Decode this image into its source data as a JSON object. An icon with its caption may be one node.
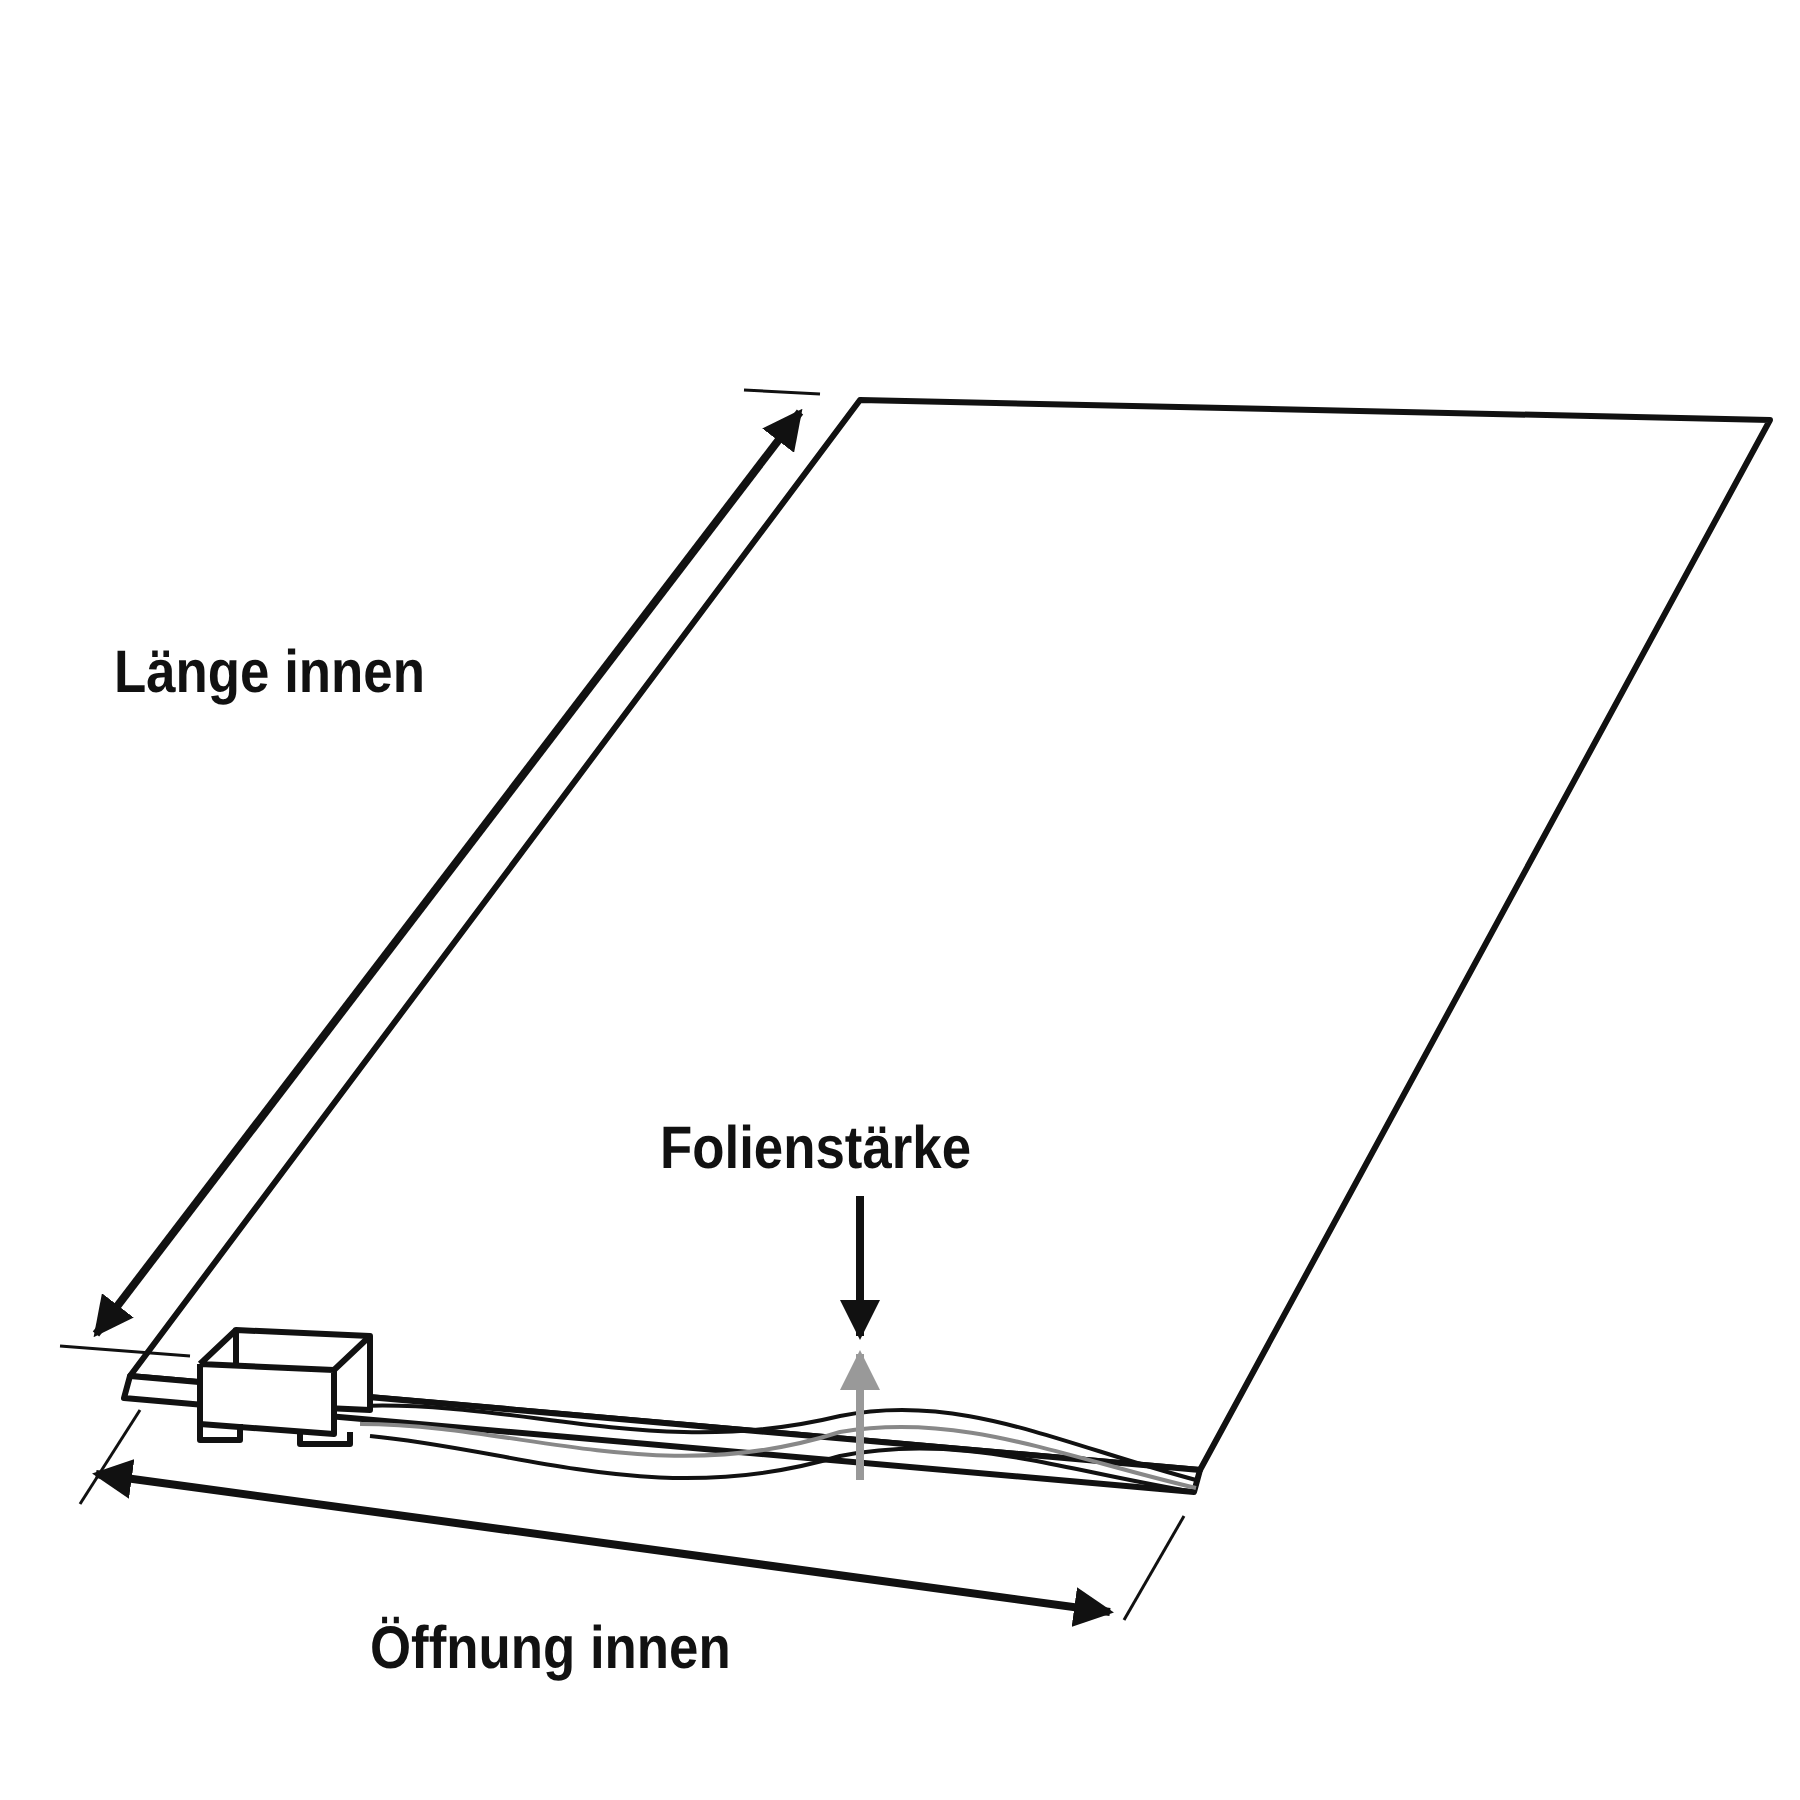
{
  "diagram": {
    "labels": [
      "Länge innen",
      "Folienstärke",
      "Öffnung innen"
    ]
  }
}
